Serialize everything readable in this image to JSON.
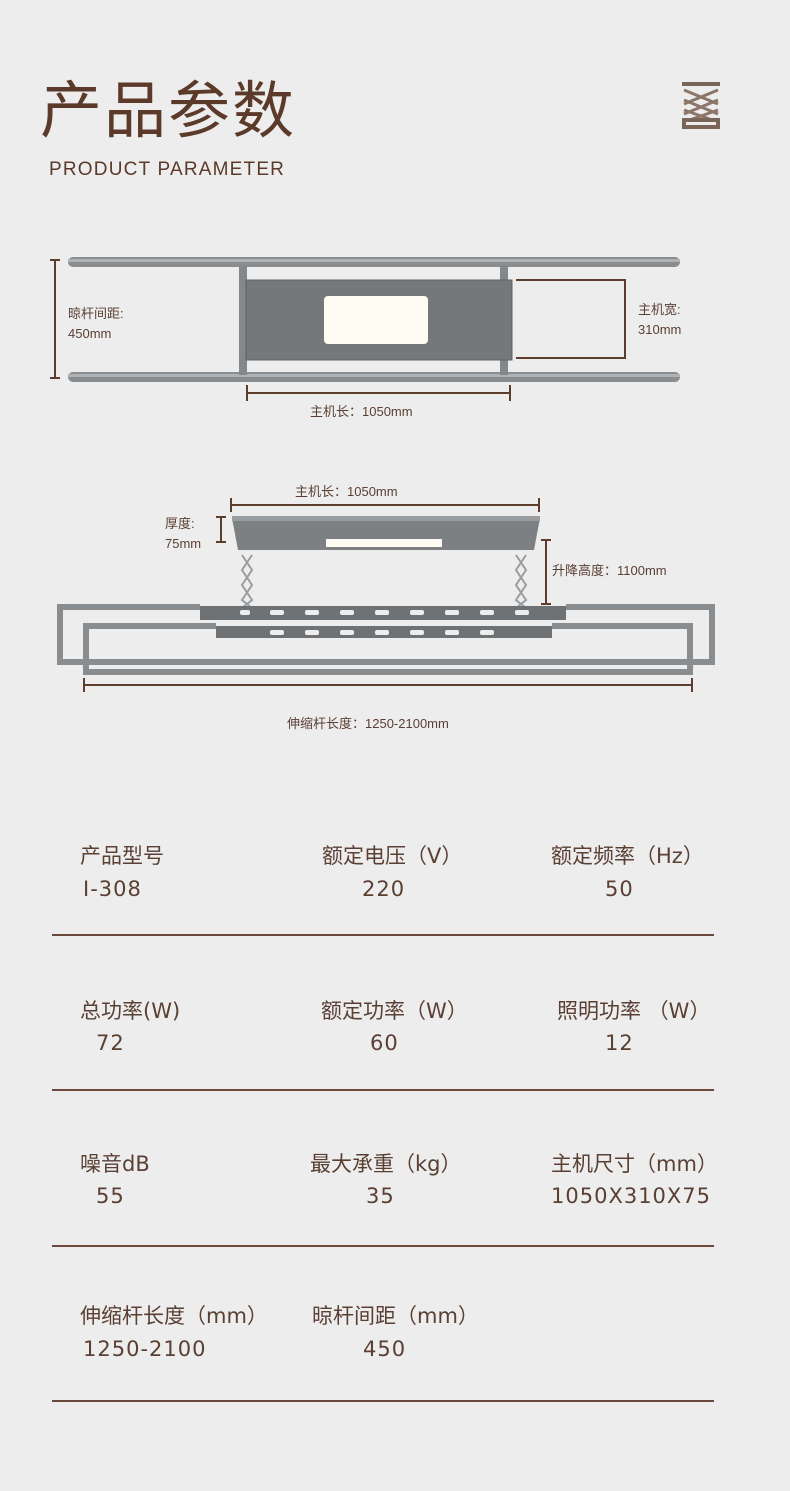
{
  "header": {
    "title": "产品参数",
    "subtitle": "PRODUCT PARAMETER",
    "logo_icon": "scissor-lift-icon"
  },
  "top_view": {
    "pole_spacing_label": "晾杆间距:",
    "pole_spacing_value": "450mm",
    "host_width_label": "主机宽:",
    "host_width_value": "310mm",
    "host_length": "主机长：1050mm"
  },
  "side_view": {
    "host_length": "主机长：1050mm",
    "thickness_label": "厚度:",
    "thickness_value": "75mm",
    "lift_height": "升降高度：1100mm",
    "rod_length": "伸缩杆长度：1250-2100mm"
  },
  "specs": [
    {
      "label": "产品型号",
      "value": "I-308"
    },
    {
      "label": "额定电压（V）",
      "value": "220"
    },
    {
      "label": "额定频率（Hz）",
      "value": "50"
    },
    {
      "label": "总功率(W)",
      "value": "72"
    },
    {
      "label": "额定功率（W）",
      "value": "60"
    },
    {
      "label": "照明功率 （W）",
      "value": "12"
    },
    {
      "label": "噪音dB",
      "value": "55"
    },
    {
      "label": "最大承重（kg）",
      "value": "35"
    },
    {
      "label": "主机尺寸（mm）",
      "value": "1050X310X75"
    },
    {
      "label": "伸缩杆长度（mm）",
      "value": "1250-2100"
    },
    {
      "label": "晾杆间距（mm）",
      "value": "450"
    }
  ],
  "colors": {
    "background": "#ededed",
    "brown": "#5b3a29",
    "metal": "#7a7d80"
  }
}
